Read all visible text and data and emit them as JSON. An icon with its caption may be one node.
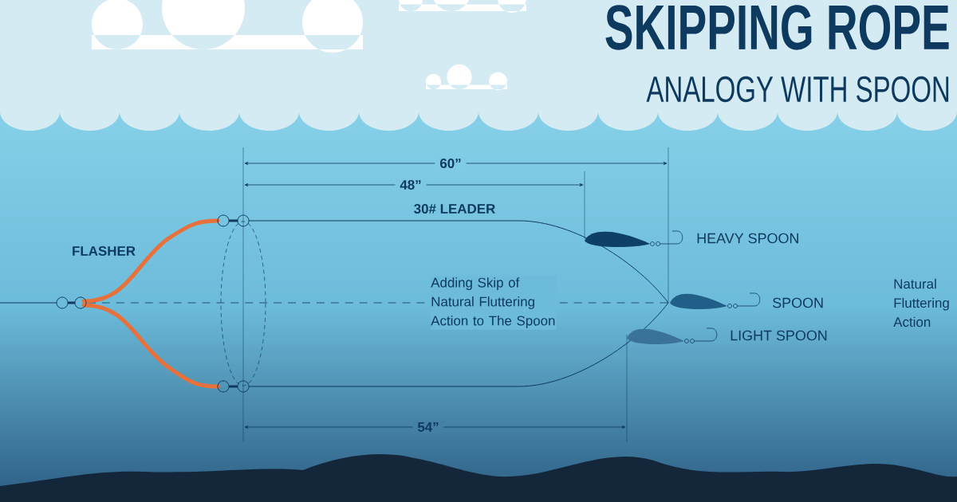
{
  "diagram": {
    "title": "SKIPPING ROPE",
    "labels": [
      "ANALOGY WITH SPOON",
      "60”",
      "48”",
      "30# LEADER",
      "FLASHER",
      "HEAVY SPOON",
      "Adding Skip of Natural Fluttering Action to The Spoon",
      "SPOON",
      "Natural Fluttering Action",
      "LIGHT SPOON",
      "54”"
    ]
  }
}
